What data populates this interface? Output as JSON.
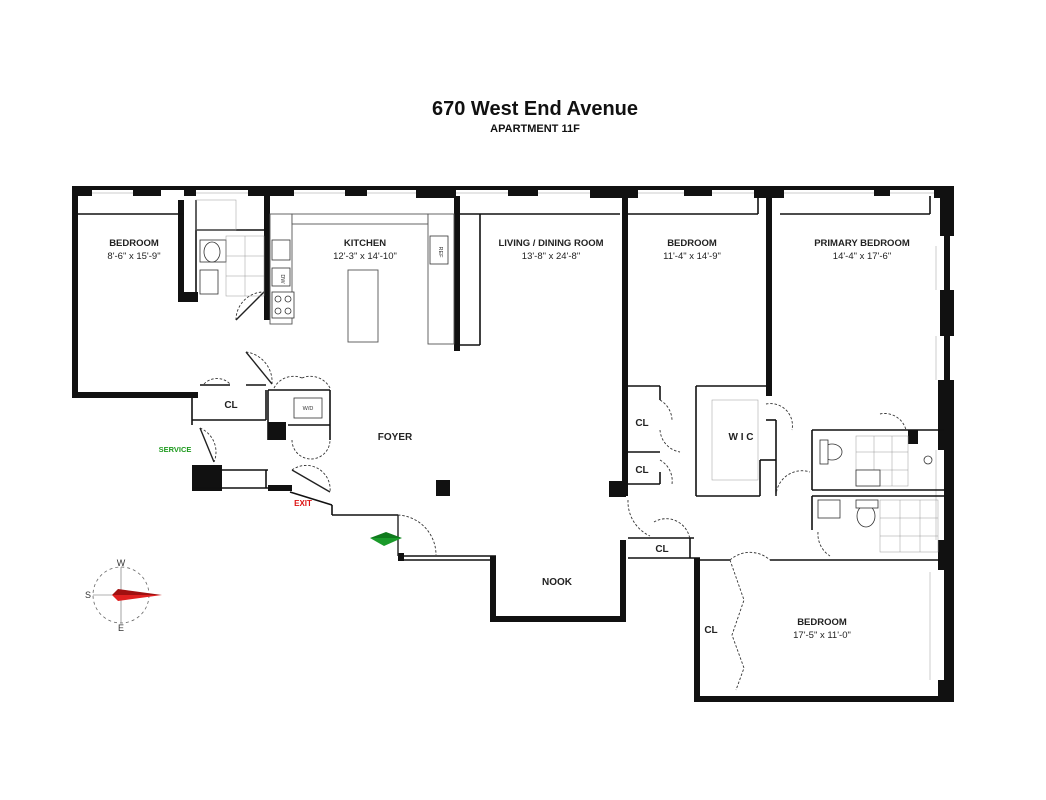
{
  "header": {
    "title": "670 West End Avenue",
    "subtitle": "APARTMENT 11F"
  },
  "rooms": {
    "bedroom_west": {
      "name": "BEDROOM",
      "dims": "8'-6\" x 15'-9\""
    },
    "kitchen": {
      "name": "KITCHEN",
      "dims": "12'-3\" x 14'-10\""
    },
    "living": {
      "name": "LIVING / DINING ROOM",
      "dims": "13'-8\" x 24'-8\""
    },
    "bedroom_mid": {
      "name": "BEDROOM",
      "dims": "11'-4\" x 14'-9\""
    },
    "primary": {
      "name": "PRIMARY BEDROOM",
      "dims": "14'-4\" x 17'-6\""
    },
    "bedroom_south": {
      "name": "BEDROOM",
      "dims": "17'-5\" x 11'-0\""
    },
    "foyer": {
      "name": "FOYER"
    },
    "nook": {
      "name": "NOOK"
    },
    "wic": {
      "name": "W I C"
    }
  },
  "closets": {
    "cl1": "CL",
    "cl2": "CL",
    "cl3": "CL",
    "cl4": "CL",
    "cl5": "CL"
  },
  "fixtures": {
    "ref": "REF",
    "dw": "DW",
    "wd": "W/D"
  },
  "markers": {
    "service": "SERVICE",
    "exit": "EXIT"
  },
  "compass": {
    "w": "W",
    "s": "S",
    "e": "E"
  },
  "colors": {
    "entry_arrow": "#1a9a2a",
    "compass_needle": "#e02020",
    "service_text": "#1e9a1e",
    "exit_text": "#d11111"
  }
}
